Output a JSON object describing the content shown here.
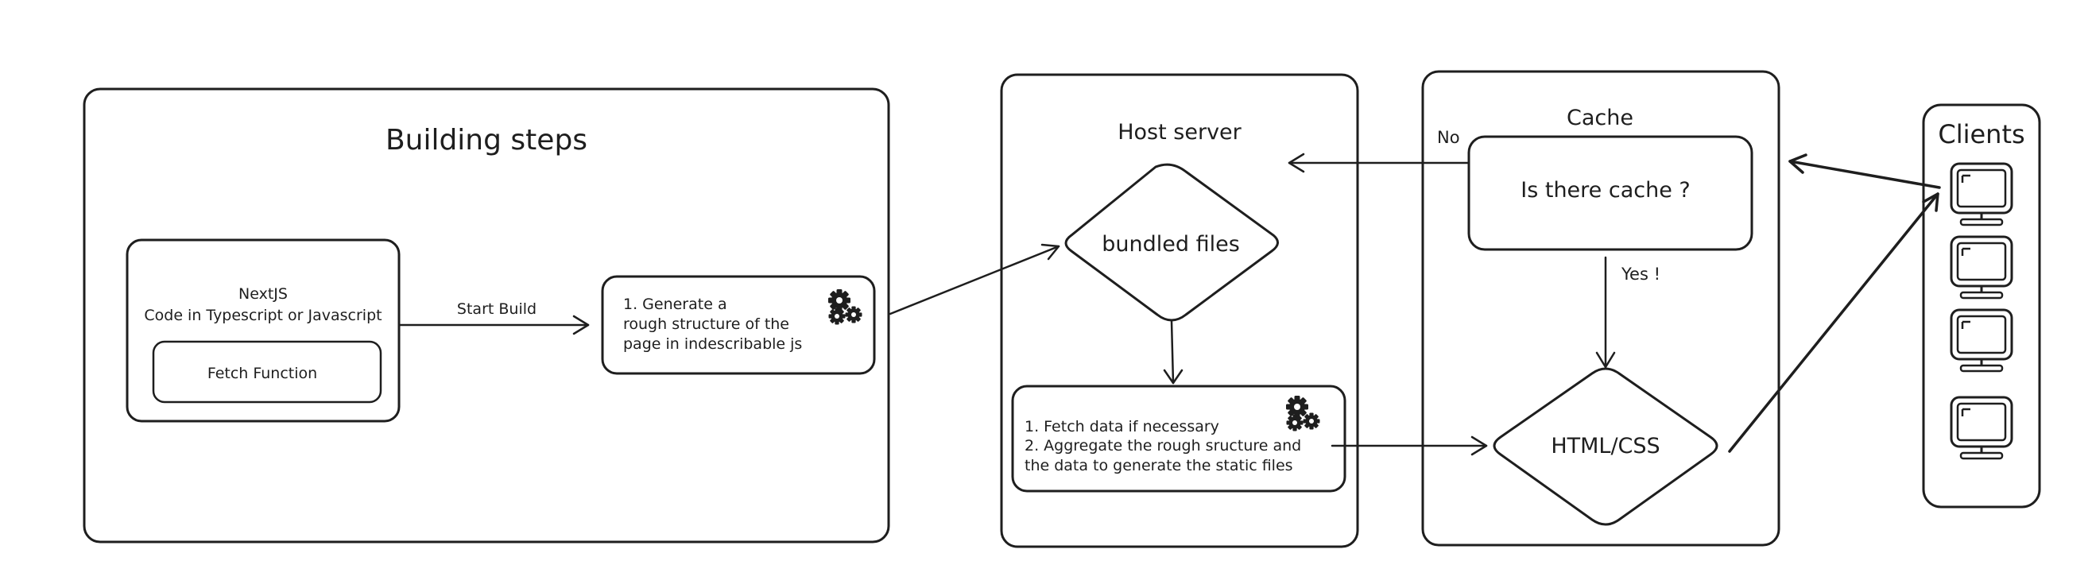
{
  "groups": {
    "building": {
      "title": "Building steps"
    },
    "host": {
      "title": "Host server"
    },
    "cache": {
      "title": "Cache"
    },
    "clients": {
      "title": "Clients"
    }
  },
  "nodes": {
    "nextjs": {
      "line1": "NextJS",
      "line2": "Code in Typescript or Javascript",
      "inner": "Fetch Function"
    },
    "generate": {
      "line1": "1. Generate a",
      "line2": "rough structure of the",
      "line3": "page in indescribable js"
    },
    "bundled": {
      "label": "bundled files"
    },
    "process": {
      "line1": "1. Fetch data if necessary",
      "line2": "2. Aggregate the rough sructure and",
      "line3": "the data to generate the static files"
    },
    "cache_check": {
      "label": "Is there cache ?"
    },
    "htmlcss": {
      "label": "HTML/CSS"
    }
  },
  "edges": {
    "start_build": "Start Build",
    "no": "No",
    "yes": "Yes !"
  },
  "icons": {
    "gears": "gears-icon",
    "monitor": "monitor-icon"
  },
  "colors": {
    "stroke": "#1e1e1e",
    "background": "#ffffff"
  }
}
